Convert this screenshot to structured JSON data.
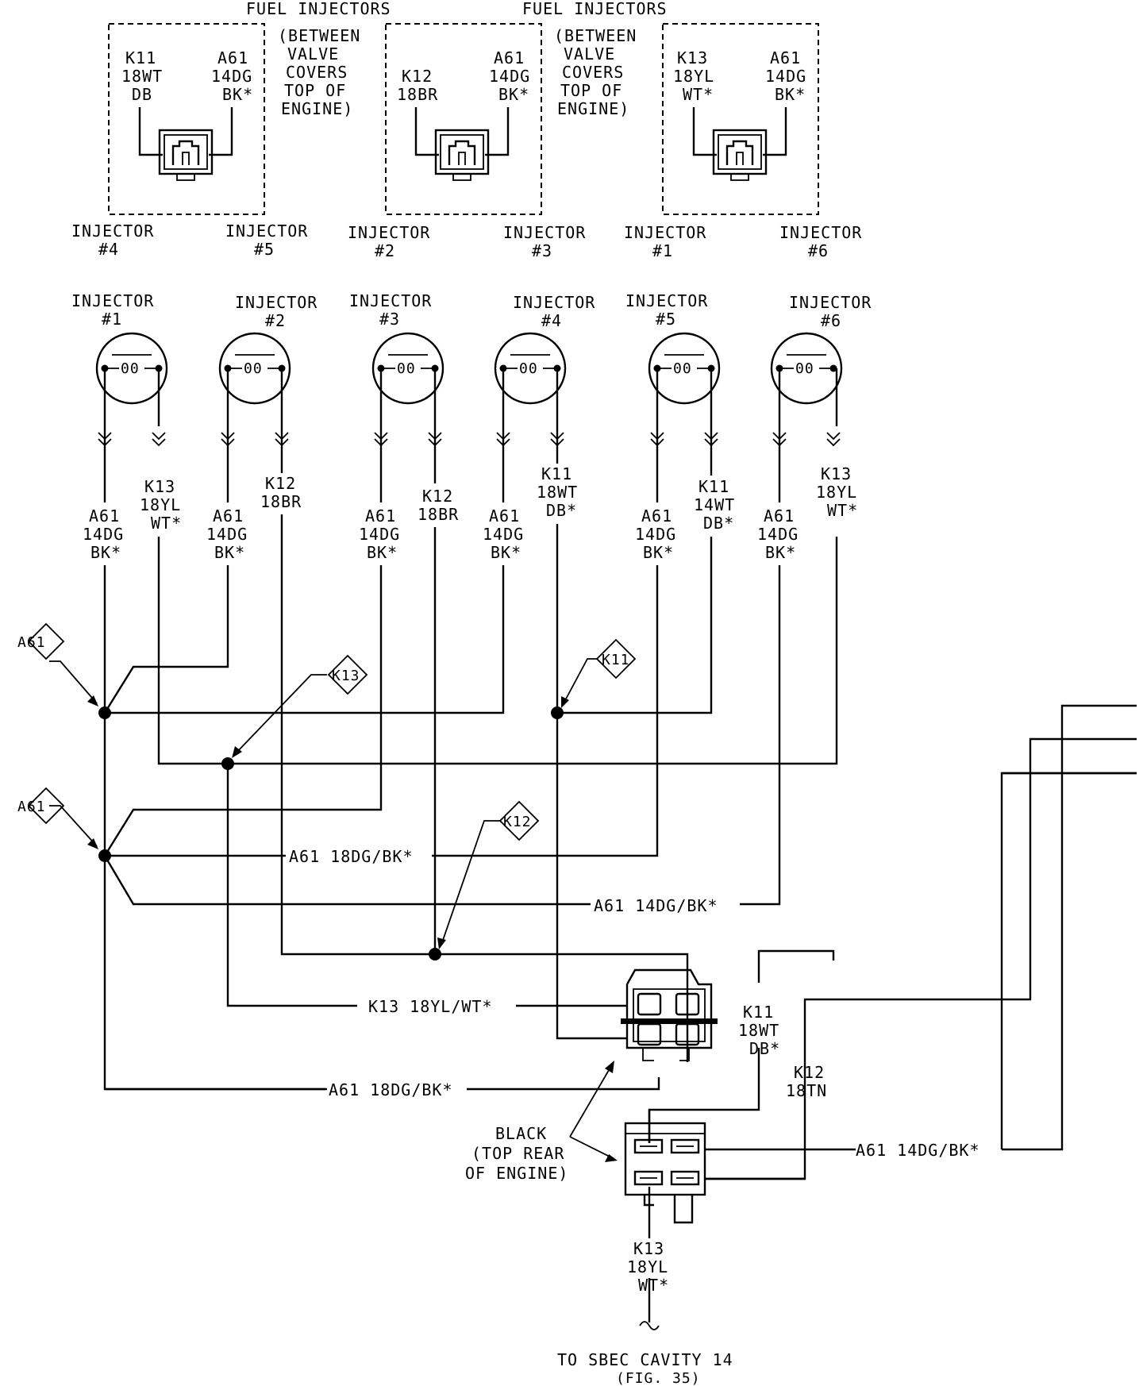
{
  "top_groups": [
    {
      "title": "FUEL INJECTORS",
      "left_wire": [
        "K11",
        "18WT",
        "DB"
      ],
      "right_wire": [
        "A61",
        "14DG",
        "BK*"
      ],
      "location": [
        "(BETWEEN",
        "VALVE",
        "COVERS",
        "TOP OF",
        "ENGINE)"
      ],
      "under_left": [
        "INJECTOR",
        "#4"
      ],
      "under_right": [
        "INJECTOR",
        "#5"
      ]
    },
    {
      "title": "FUEL INJECTORS",
      "left_wire": [
        "K12",
        "18BR"
      ],
      "right_wire": [
        "A61",
        "14DG",
        "BK*"
      ],
      "location": [
        "(BETWEEN",
        "VALVE",
        "COVERS",
        "TOP OF",
        "ENGINE)"
      ],
      "under_left": [
        "INJECTOR",
        "#2"
      ],
      "under_right": [
        "INJECTOR",
        "#3"
      ]
    },
    {
      "title": "",
      "left_wire": [
        "K13",
        "18YL",
        "WT*"
      ],
      "right_wire": [
        "A61",
        "14DG",
        "BK*"
      ],
      "location": [],
      "under_left": [
        "INJECTOR",
        "#1"
      ],
      "under_right": [
        "INJECTOR",
        "#6"
      ]
    }
  ],
  "injectors": [
    {
      "name": [
        "INJECTOR",
        "#1"
      ],
      "left_wire": [
        "A61",
        "14DG",
        "BK*"
      ],
      "right_wire": [
        "K13",
        "18YL",
        "WT*"
      ]
    },
    {
      "name": [
        "INJECTOR",
        "#2"
      ],
      "left_wire": [
        "A61",
        "14DG",
        "BK*"
      ],
      "right_wire": [
        "K12",
        "18BR"
      ]
    },
    {
      "name": [
        "INJECTOR",
        "#3"
      ],
      "left_wire": [
        "A61",
        "14DG",
        "BK*"
      ],
      "right_wire": [
        "K12",
        "18BR"
      ]
    },
    {
      "name": [
        "INJECTOR",
        "#4"
      ],
      "left_wire": [
        "A61",
        "14DG",
        "BK*"
      ],
      "right_wire": [
        "K11",
        "18WT",
        "DB*"
      ]
    },
    {
      "name": [
        "INJECTOR",
        "#5"
      ],
      "left_wire": [
        "A61",
        "14DG",
        "BK*"
      ],
      "right_wire": [
        "K11",
        "14WT",
        "DB*"
      ]
    },
    {
      "name": [
        "INJECTOR",
        "#6"
      ],
      "left_wire": [
        "A61",
        "14DG",
        "BK*"
      ],
      "right_wire": [
        "K13",
        "18YL",
        "WT*"
      ]
    }
  ],
  "coil_symbol": "00",
  "splice_tags": [
    "A61",
    "K13",
    "K11",
    "A61",
    "K12"
  ],
  "wire_labels": {
    "a61_18dg": "A61 18DG/BK*",
    "a61_14dg": "A61 14DG/BK*",
    "k13_18yl": "K13 18YL/WT*",
    "a61_18dg_bottom": "A61 18DG/BK*",
    "a61_14dg_right": "A61 14DG/BK*"
  },
  "bottom_right_k11": [
    "K11",
    "18WT",
    "DB*"
  ],
  "bottom_right_k12": [
    "K12",
    "18TN"
  ],
  "bottom_k13": [
    "K13",
    "18YL",
    "WT*"
  ],
  "connector_note": [
    "BLACK",
    "(TOP REAR",
    "OF ENGINE)"
  ],
  "destination": "TO SBEC CAVITY 14",
  "destination_ref": "(FIG. 35)"
}
